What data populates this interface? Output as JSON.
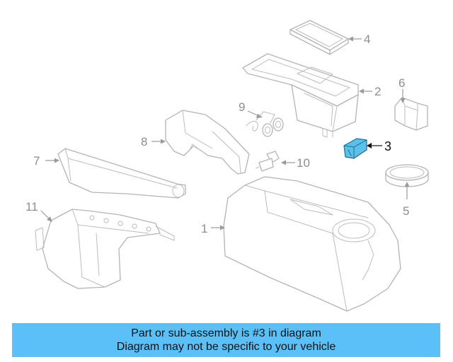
{
  "diagram": {
    "highlight_color": "#5bc0f8",
    "highlighted_part": "3",
    "callouts": [
      {
        "id": "1",
        "label": "1"
      },
      {
        "id": "2",
        "label": "2"
      },
      {
        "id": "3",
        "label": "3"
      },
      {
        "id": "4",
        "label": "4"
      },
      {
        "id": "5",
        "label": "5"
      },
      {
        "id": "6",
        "label": "6"
      },
      {
        "id": "7",
        "label": "7"
      },
      {
        "id": "8",
        "label": "8"
      },
      {
        "id": "9",
        "label": "9"
      },
      {
        "id": "10",
        "label": "10"
      },
      {
        "id": "11",
        "label": "11"
      }
    ]
  },
  "banner": {
    "line1": "Part or sub-assembly is #3 in diagram",
    "line2": "Diagram may not be specific to your vehicle"
  }
}
